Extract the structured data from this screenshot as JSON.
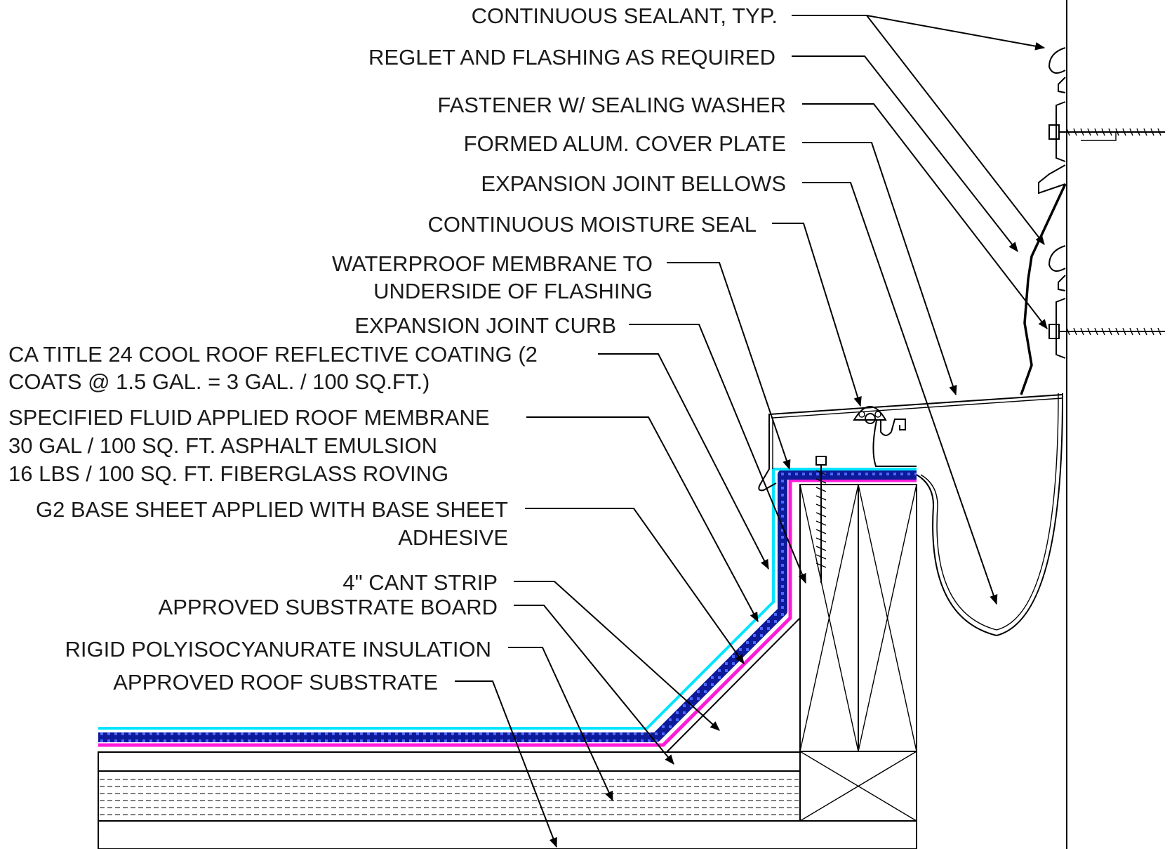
{
  "labels": {
    "continuous_sealant": "CONTINUOUS SEALANT, TYP.",
    "reglet_flashing": "REGLET AND FLASHING AS REQUIRED",
    "fastener": "FASTENER W/ SEALING WASHER",
    "cover_plate": "FORMED ALUM. COVER PLATE",
    "bellows": "EXPANSION JOINT BELLOWS",
    "moisture_seal": "CONTINUOUS  MOISTURE SEAL",
    "waterproof_membrane": [
      "WATERPROOF MEMBRANE TO",
      "UNDERSIDE OF FLASHING"
    ],
    "curb": "EXPANSION JOINT CURB",
    "cool_roof": [
      "CA TITLE 24 COOL ROOF REFLECTIVE COATING (2",
      "COATS @ 1.5 GAL. =  3 GAL. / 100 SQ.FT.)"
    ],
    "fluid_membrane": [
      "SPECIFIED FLUID APPLIED ROOF MEMBRANE",
      "30 GAL / 100 SQ. FT. ASPHALT EMULSION",
      "16 LBS / 100 SQ. FT. FIBERGLASS ROVING"
    ],
    "base_sheet": [
      "G2 BASE SHEET APPLIED WITH BASE SHEET",
      "ADHESIVE"
    ],
    "cant_strip": "4\" CANT STRIP",
    "substrate_board": "APPROVED SUBSTRATE BOARD",
    "insulation": "RIGID POLYISOCYANURATE INSULATION",
    "roof_substrate": "APPROVED ROOF SUBSTRATE"
  },
  "colors": {
    "line": "#000000",
    "text": "#1a1a1a",
    "coating": "#00e5ff",
    "membrane": "#0d1a99",
    "membrane_dots": "#4d66ff",
    "base_sheet": "#ff1ad9"
  }
}
